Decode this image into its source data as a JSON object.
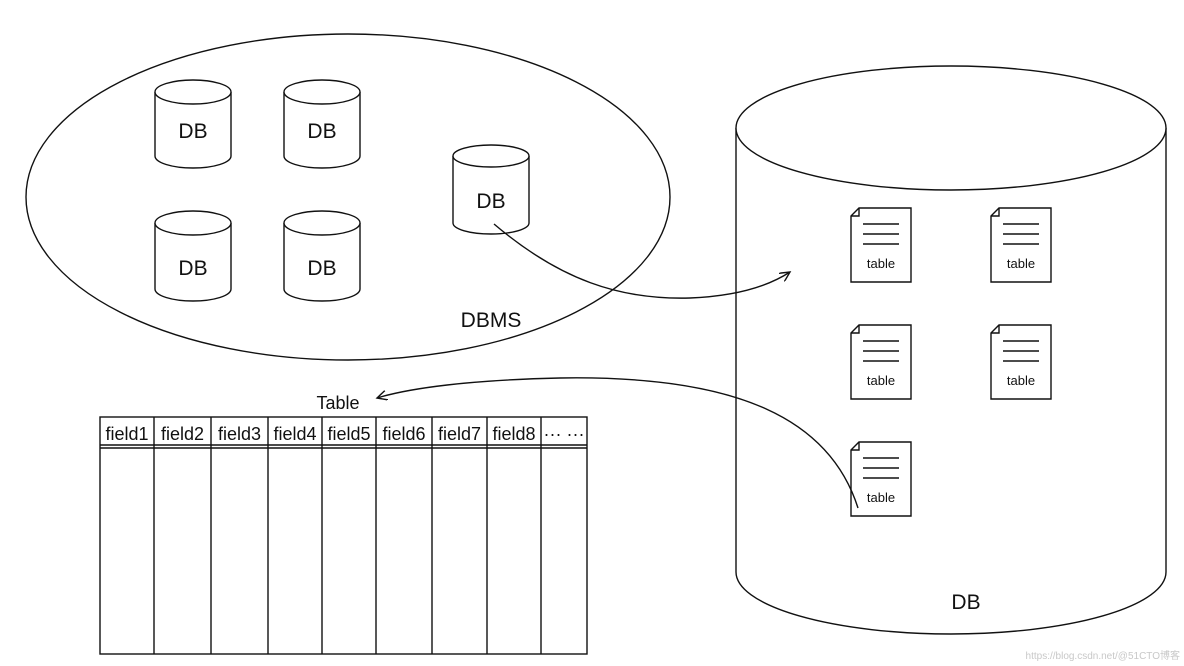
{
  "dbms": {
    "label": "DBMS",
    "databases": [
      "DB",
      "DB",
      "DB",
      "DB",
      "DB"
    ]
  },
  "db_detail": {
    "label": "DB",
    "tables": [
      "table",
      "table",
      "table",
      "table",
      "table"
    ]
  },
  "table_detail": {
    "label": "Table",
    "columns": [
      "field1",
      "field2",
      "field3",
      "field4",
      "field5",
      "field6",
      "field7",
      "field8",
      "··· ···"
    ]
  },
  "watermark": "https://blog.csdn.net/@51CTO博客"
}
